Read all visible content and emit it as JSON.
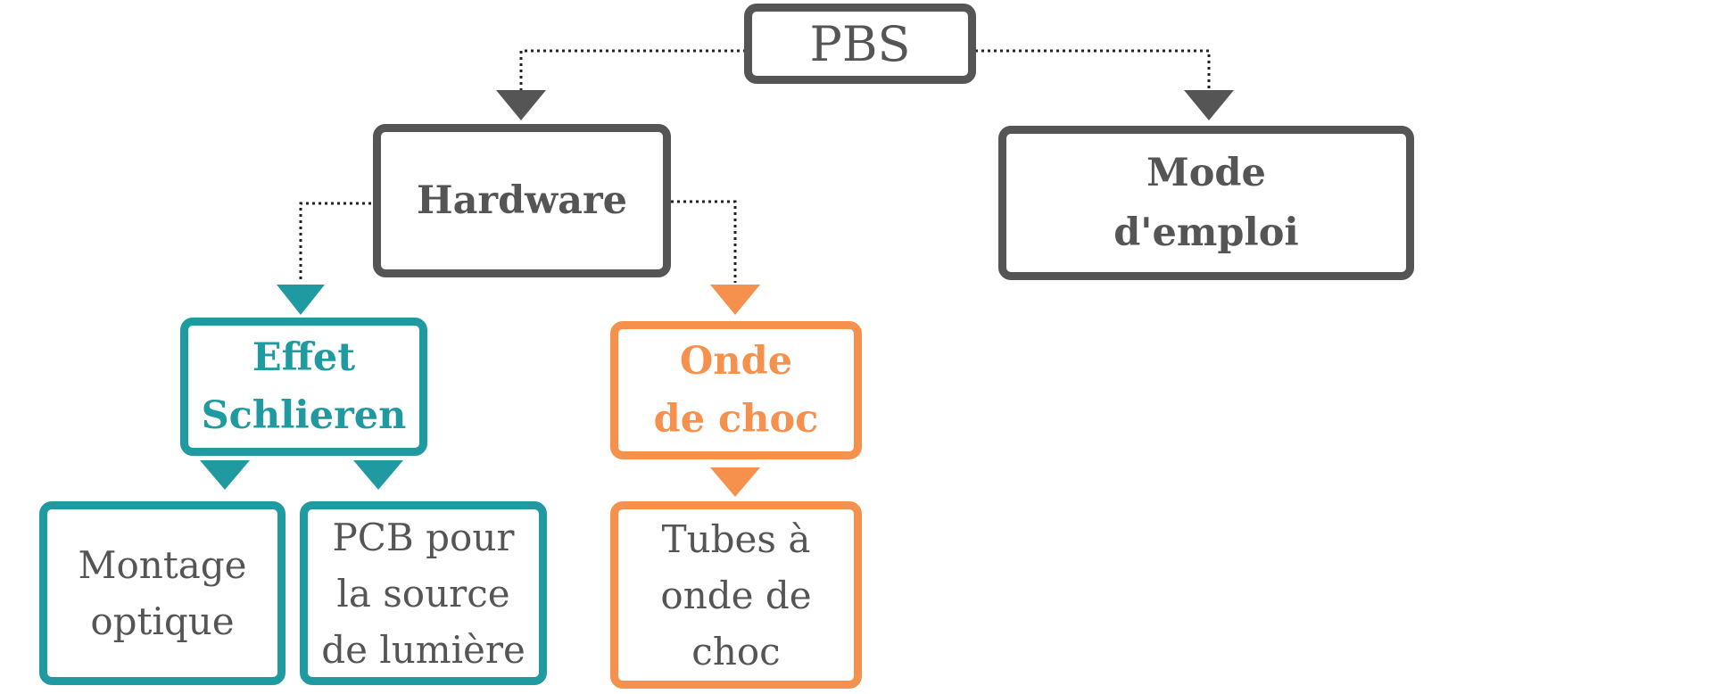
{
  "colors": {
    "gray": "#555555",
    "teal": "#1f9aa0",
    "orange": "#f5914c"
  },
  "nodes": {
    "root": {
      "label": "PBS"
    },
    "hardware": {
      "label": "Hardware"
    },
    "mode": {
      "label": "Mode\nd'emploi"
    },
    "effet": {
      "label": "Effet\nSchlieren"
    },
    "onde": {
      "label": "Onde\nde choc"
    },
    "montage": {
      "label": "Montage\noptique"
    },
    "pcb": {
      "label": "PCB pour\nla source\nde lumière"
    },
    "tubes": {
      "label": "Tubes à\nonde de\nchoc"
    }
  }
}
